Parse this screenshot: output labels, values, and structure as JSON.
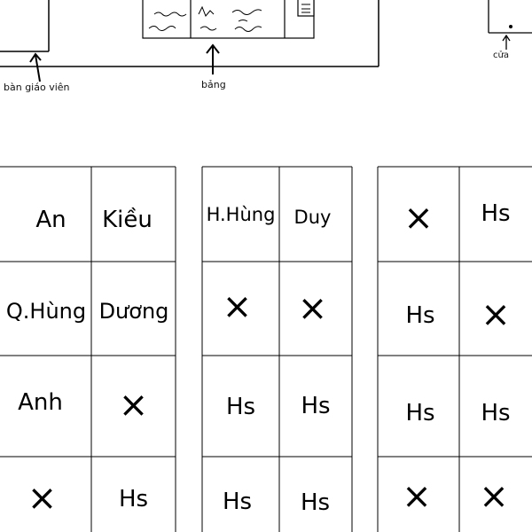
{
  "labels": {
    "teacher_desk": "bàn giáo viên",
    "board": "bảng",
    "door": "cửa"
  },
  "seating": {
    "block_left": [
      [
        "An",
        "Kiều"
      ],
      [
        "Q.Hùng",
        "Dương"
      ],
      [
        "Anh",
        "×"
      ],
      [
        "×",
        "Hs"
      ]
    ],
    "block_middle": [
      [
        "H.Hùng",
        "Duy"
      ],
      [
        "×",
        "×"
      ],
      [
        "Hs",
        "Hs"
      ],
      [
        "Hs",
        "Hs"
      ]
    ],
    "block_right": [
      [
        "×",
        "Hs"
      ],
      [
        "Hs",
        "×"
      ],
      [
        "Hs",
        "Hs"
      ],
      [
        "×",
        "×"
      ]
    ]
  }
}
